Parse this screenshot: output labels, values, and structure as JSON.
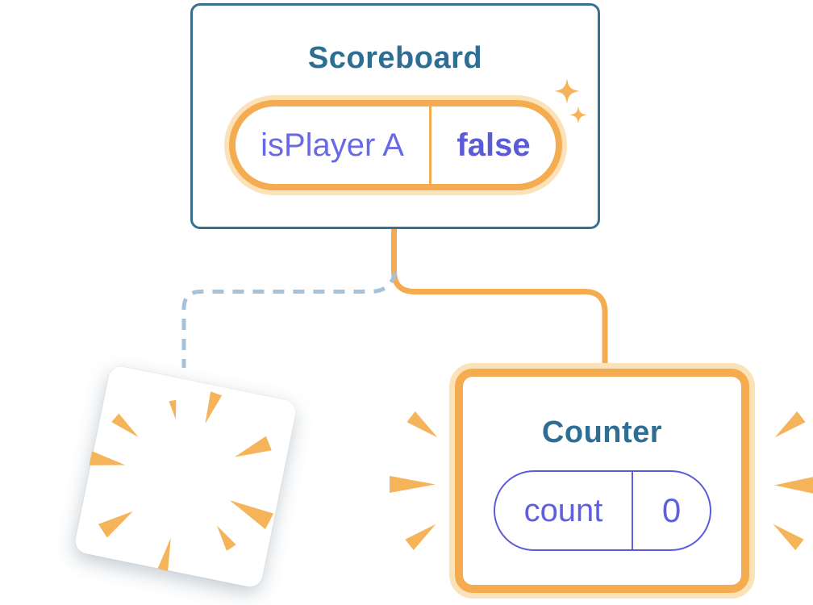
{
  "scoreboard": {
    "title": "Scoreboard",
    "state_key": "isPlayer A",
    "state_value": "false"
  },
  "counter": {
    "title": "Counter",
    "state_key": "count",
    "state_value": "0"
  },
  "colors": {
    "accent_orange": "#F5AC50",
    "halo_orange": "#FBE2B8",
    "burst_orange": "#F6B45A",
    "component_blue_text": "#2F6E93",
    "component_blue_border": "#37708F",
    "state_purple": "#6060DF",
    "state_purple_bold": "#5B5BD6",
    "dashed_connector_blue": "#A6C2DA"
  }
}
